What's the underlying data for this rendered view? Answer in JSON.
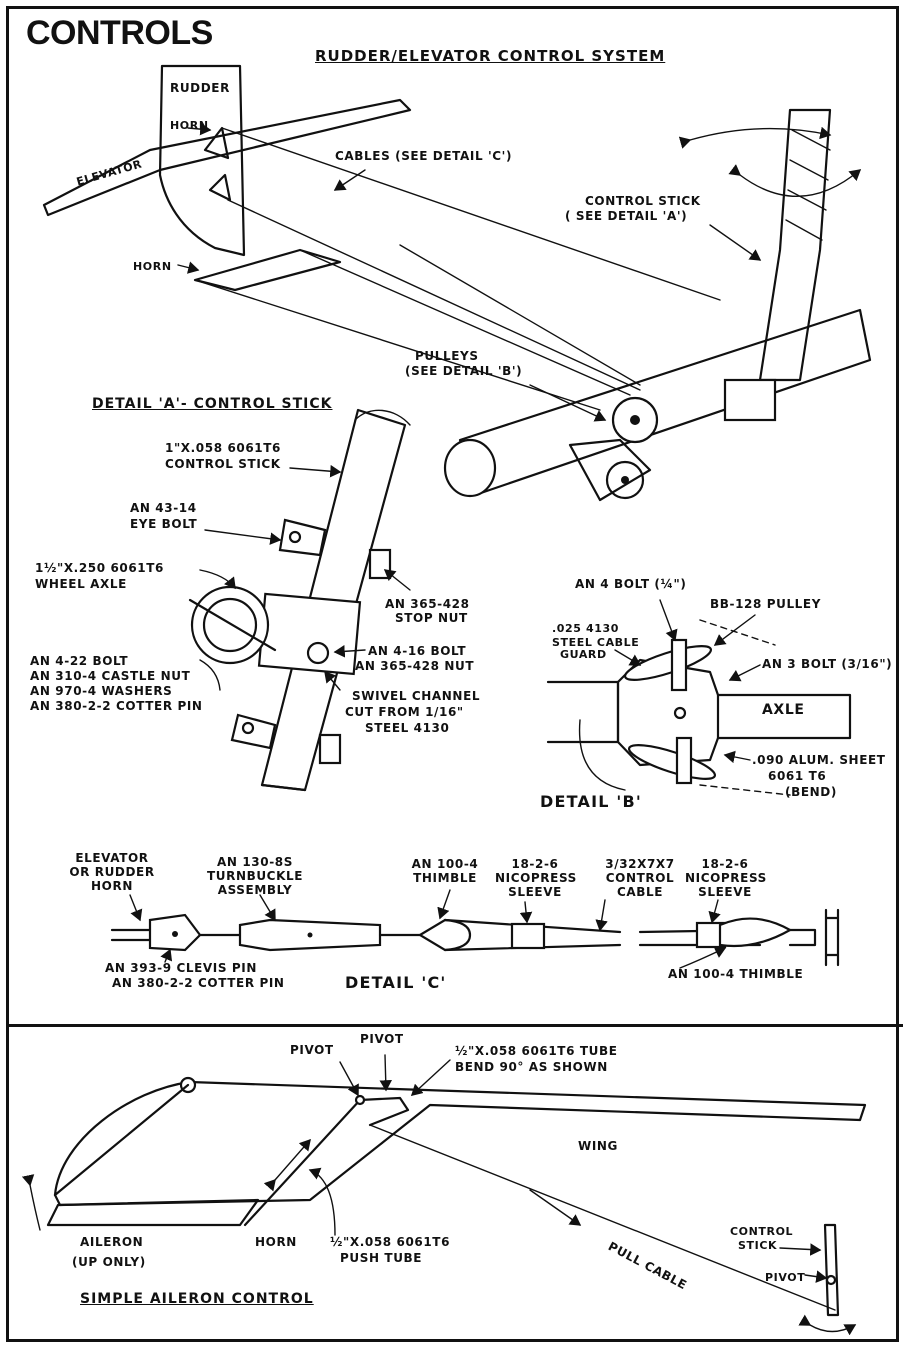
{
  "page": {
    "title": "CONTROLS"
  },
  "rudder_elevator": {
    "heading": "RUDDER/ELEVATOR CONTROL SYSTEM",
    "rudder": "RUDDER",
    "horn_top": "HORN",
    "elevator": "ELEVATOR",
    "horn_left": "HORN",
    "cables": "CABLES (SEE DETAIL 'C')",
    "control_stick_1": "CONTROL STICK",
    "control_stick_2": "( SEE DETAIL 'A')",
    "pulleys_1": "PULLEYS",
    "pulleys_2": "(SEE DETAIL 'B')"
  },
  "detail_a": {
    "heading": "DETAIL 'A'- CONTROL STICK",
    "tube_1": "1\"x.058 6061T6",
    "tube_2": "CONTROL STICK",
    "eyebolt_1": "AN 43-14",
    "eyebolt_2": "EYE BOLT",
    "axle_1": "1½\"x.250 6061T6",
    "axle_2": "WHEEL AXLE",
    "stopnut_1": "AN 365-428",
    "stopnut_2": "STOP NUT",
    "bolt422_1": "AN 4-22 BOLT",
    "bolt422_2": "AN 310-4 CASTLE NUT",
    "bolt422_3": "AN 970-4 WASHERS",
    "bolt422_4": "AN 380-2-2 COTTER PIN",
    "bolt416_1": "AN 4-16 BOLT",
    "bolt416_2": "AN 365-428 NUT",
    "swivel_1": "SWIVEL CHANNEL",
    "swivel_2": "CUT FROM 1/16\"",
    "swivel_3": "STEEL 4130"
  },
  "detail_b": {
    "heading": "DETAIL 'B'",
    "an4bolt": "AN 4 BOLT (¼\")",
    "pulley": "BB-128 PULLEY",
    "guard_1": ".025 4130",
    "guard_2": "STEEL CABLE",
    "guard_3": "GUARD",
    "an3bolt": "AN 3 BOLT (3/16\")",
    "axle": "AXLE",
    "sheet_1": ".090 ALUM. SHEET",
    "sheet_2": "6061 T6",
    "sheet_3": "(BEND)"
  },
  "detail_c": {
    "heading": "DETAIL 'C'",
    "horn_1": "ELEVATOR",
    "horn_2": "OR RUDDER",
    "horn_3": "HORN",
    "turnbuckle_1": "AN 130-8S",
    "turnbuckle_2": "TURNBUCKLE",
    "turnbuckle_3": "ASSEMBLY",
    "thimble_1": "AN 100-4",
    "thimble_2": "THIMBLE",
    "sleeve_1": "18-2-6",
    "sleeve_2": "NICOPRESS",
    "sleeve_3": "SLEEVE",
    "cable_1": "3/32x7x7",
    "cable_2": "CONTROL",
    "cable_3": "CABLE",
    "sleeve2_1": "18-2-6",
    "sleeve2_2": "NICOPRESS",
    "sleeve2_3": "SLEEVE",
    "clevis_1": "AN 393-9 CLEVIS PIN",
    "clevis_2": "AN 380-2-2 COTTER PIN",
    "thimble2": "AN 100-4 THIMBLE"
  },
  "aileron": {
    "heading": "SIMPLE AILERON CONTROL",
    "pivot_a": "PIVOT",
    "pivot_b": "PIVOT",
    "tube_1": "½\"x.058 6061T6 TUBE",
    "tube_2": "BEND 90° AS SHOWN",
    "wing": "WING",
    "aileron_1": "AILERON",
    "aileron_2": "(UP ONLY)",
    "horn": "HORN",
    "push_1": "½\"x.058 6061T6",
    "push_2": "PUSH TUBE",
    "pull_cable": "PULL CABLE",
    "control_stick_1": "CONTROL",
    "control_stick_2": "STICK",
    "pivot_c": "PIVOT"
  }
}
